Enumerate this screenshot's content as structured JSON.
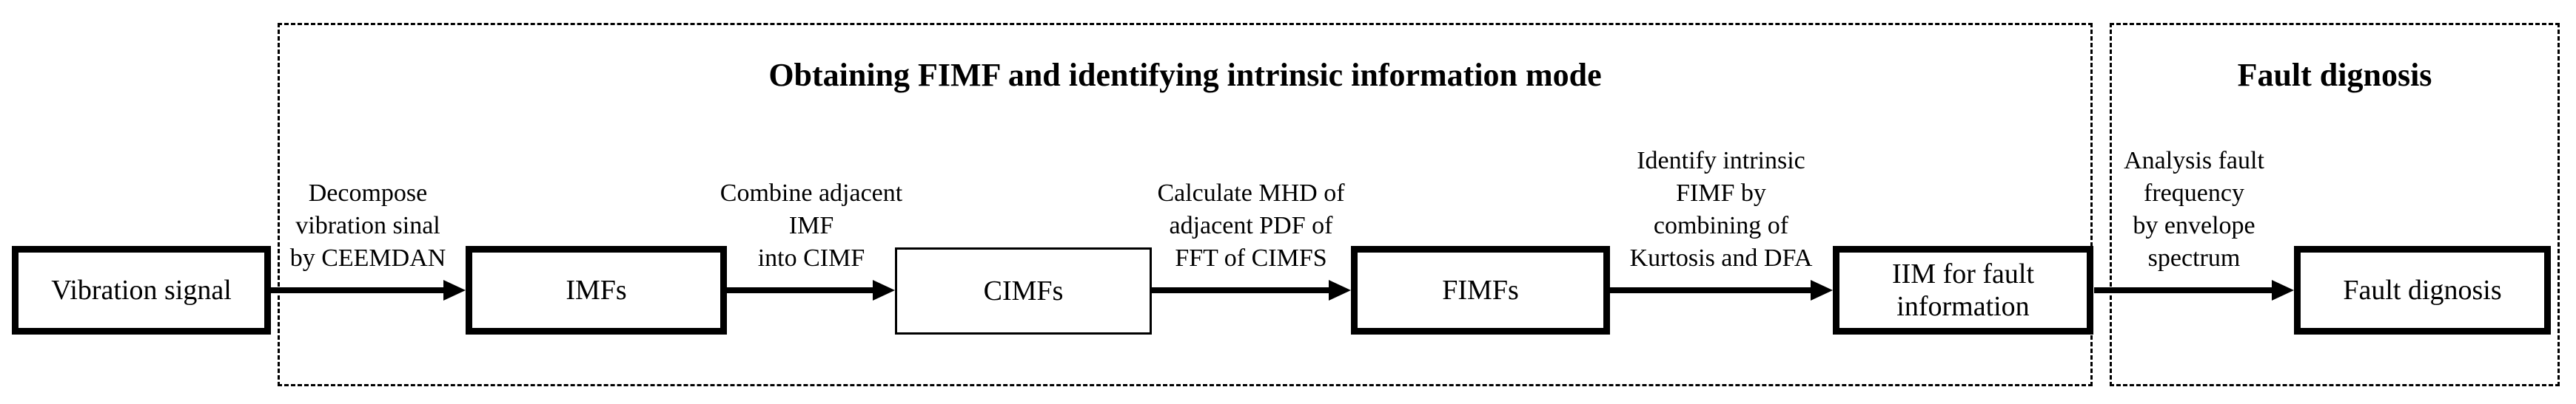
{
  "diagram": {
    "background_color": "#ffffff",
    "ink_color": "#000000",
    "sections": [
      {
        "title": "Obtaining FIMF and identifying intrinsic information mode"
      },
      {
        "title": "Fault dignosis"
      }
    ],
    "nodes": [
      {
        "label": "Vibration signal"
      },
      {
        "label": "IMFs"
      },
      {
        "label": "CIMFs"
      },
      {
        "label": "FIMFs"
      },
      {
        "label": "IIM for fault\ninformation"
      },
      {
        "label": "Fault dignosis"
      }
    ],
    "arrows": [
      {
        "label": "Decompose\nvibration sinal\nby CEEMDAN"
      },
      {
        "label": "Combine adjacent\nIMF\ninto CIMF"
      },
      {
        "label": "Calculate MHD of\nadjacent PDF of\nFFT of CIMFS"
      },
      {
        "label": "Identify intrinsic\nFIMF by\ncombining of\nKurtosis and DFA"
      },
      {
        "label": "Analysis fault\nfrequency\nby envelope\nspectrum"
      }
    ]
  }
}
